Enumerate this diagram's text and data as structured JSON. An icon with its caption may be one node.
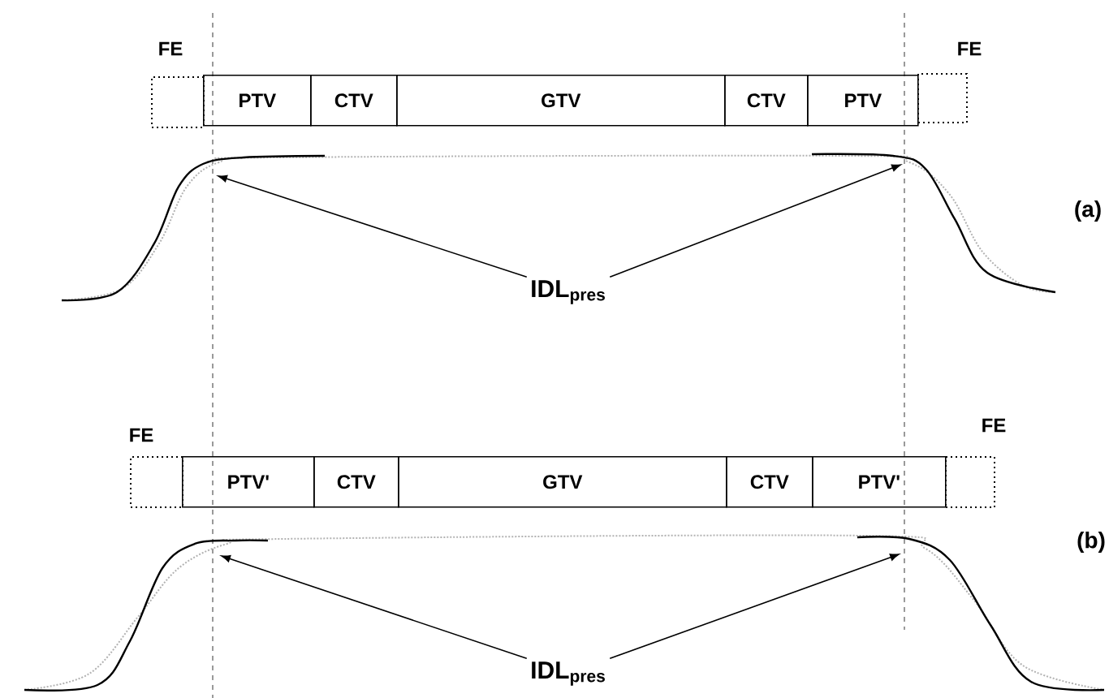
{
  "diagram": {
    "nodes": [
      {
        "text": [
          "FE"
        ]
      },
      {
        "text": [
          "PTV"
        ]
      },
      {
        "text": [
          "CTV"
        ]
      },
      {
        "text": [
          "GTV"
        ]
      },
      {
        "text": [
          "CTV"
        ]
      },
      {
        "text": [
          "PTV"
        ]
      },
      {
        "text": [
          "FE"
        ]
      },
      {
        "text": [
          "IDL$_{pres}$"
        ]
      },
      {
        "text": [
          "FE"
        ]
      },
      {
        "text": [
          "PTV'"
        ]
      },
      {
        "text": [
          "CTV"
        ]
      },
      {
        "text": [
          "GTV"
        ]
      },
      {
        "text": [
          "CTV"
        ]
      },
      {
        "text": [
          "PTV'"
        ]
      },
      {
        "text": [
          "FE"
        ]
      },
      {
        "text": [
          "IDL$_{pres}$"
        ]
      }
    ],
    "edges": [
      {
        "from": 7,
        "to": null,
        "arrow": "to"
      },
      {
        "from": 7,
        "to": null,
        "arrow": "to"
      },
      {
        "from": 15,
        "to": null,
        "arrow": "to"
      },
      {
        "from": 15,
        "to": null,
        "arrow": "to"
      }
    ],
    "labels": [
      "(a)",
      "(b)"
    ]
  }
}
